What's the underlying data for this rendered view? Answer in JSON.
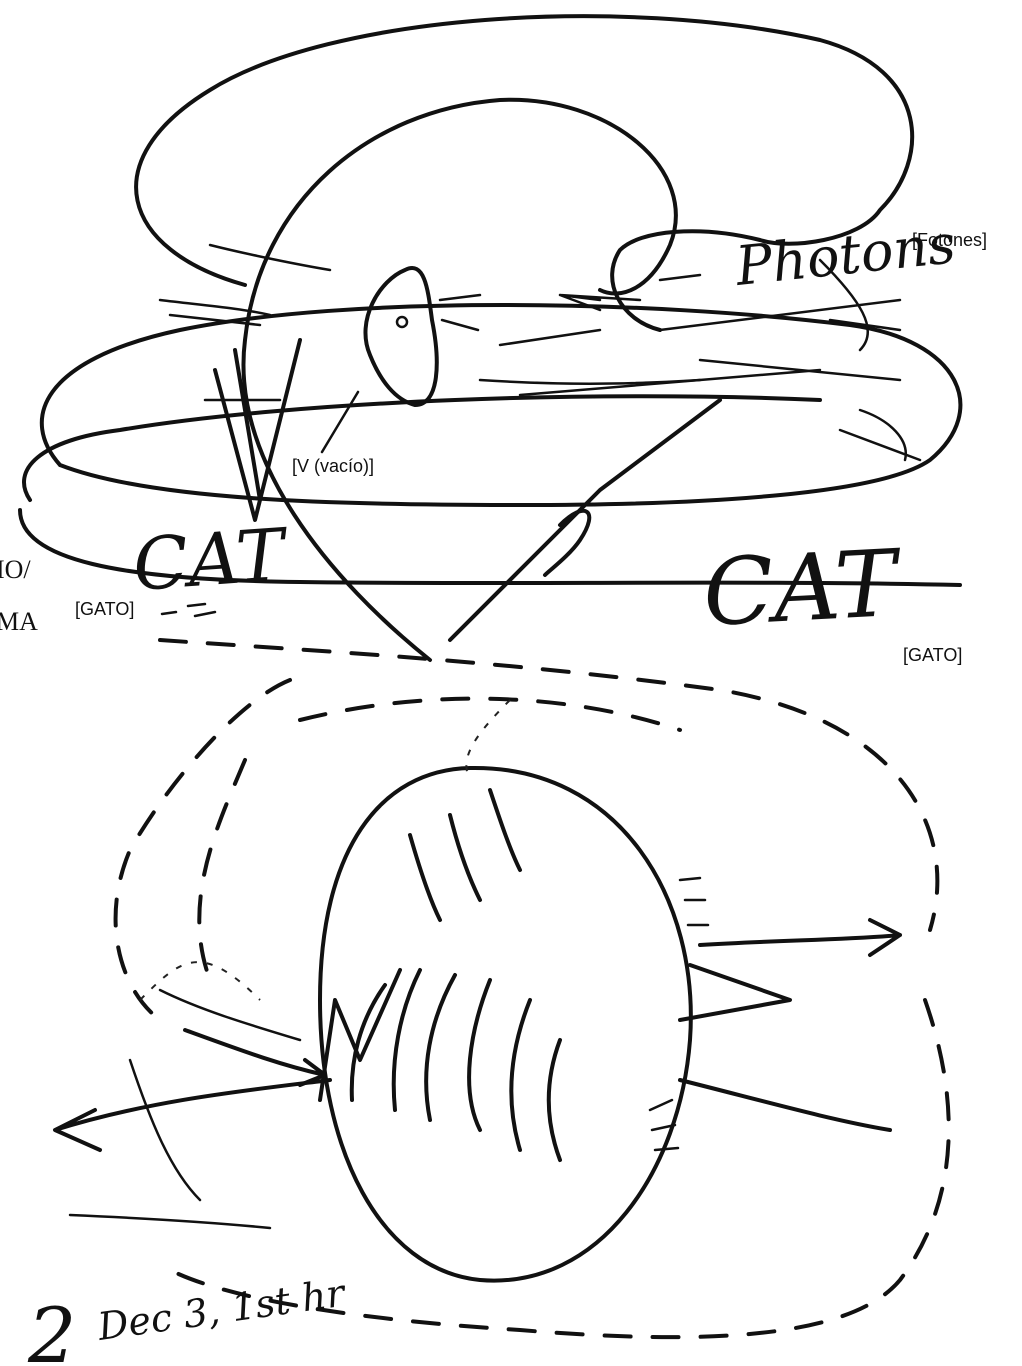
{
  "handwritten": {
    "photons": "Photons",
    "v_mark": "V",
    "cat_left": "CAT",
    "cat_right": "CAT",
    "page_number": "2",
    "date_note": "Dec 3, 1st hr"
  },
  "translations": {
    "fotones": "[Fotones]",
    "vacio": "[V (vacío)]",
    "gato_left": "[GATO]",
    "gato_right": "[GATO]"
  },
  "cut_off_edge": {
    "line1": "IO/",
    "line2": "MA"
  },
  "colors": {
    "ink": "#111111",
    "paper": "#ffffff"
  }
}
